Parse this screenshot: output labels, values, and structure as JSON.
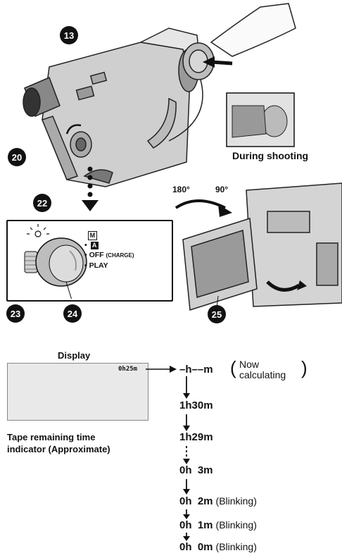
{
  "callouts": {
    "c13": "13",
    "c20": "20",
    "c22": "22",
    "c23": "23",
    "c24": "24",
    "c25": "25"
  },
  "captions": {
    "during_shooting": "During shooting",
    "angle_180": "180°",
    "angle_90": "90°"
  },
  "mode_switch": {
    "m_label": "M",
    "a_label": "A",
    "off_label": "OFF",
    "charge_label": "(CHARGE)",
    "play_label": "PLAY"
  },
  "display": {
    "title": "Display",
    "indicator": "0h25m",
    "tape_caption_line1": "Tape remaining time",
    "tape_caption_line2": "indicator (Approximate)"
  },
  "sequence": {
    "calculating_value": "–h––m",
    "calculating_note_line1": "Now",
    "calculating_note_line2": "calculating",
    "steps": [
      {
        "value": "1h30m",
        "note": ""
      },
      {
        "value": "1h29m",
        "note": ""
      },
      {
        "value": "0h  3m",
        "note": ""
      },
      {
        "value": "0h  2m",
        "note": "(Blinking)"
      },
      {
        "value": "0h  1m",
        "note": "(Blinking)"
      },
      {
        "value": "0h  0m",
        "note": "(Blinking)"
      }
    ]
  }
}
